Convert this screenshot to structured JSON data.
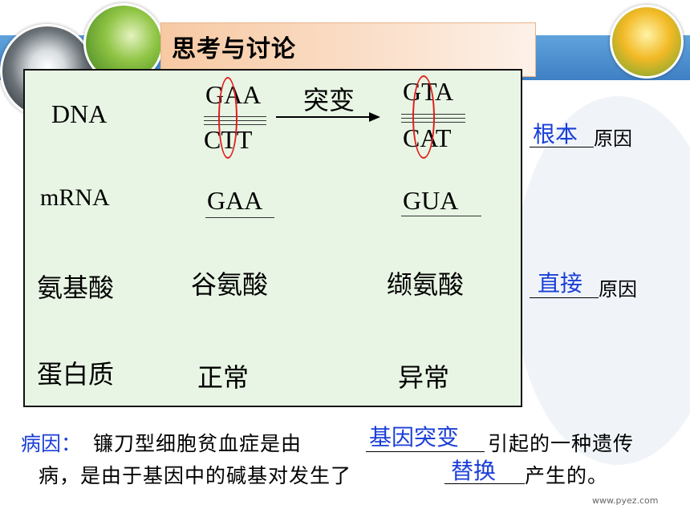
{
  "title": "思考与讨论",
  "rows": {
    "dna_label": "DNA",
    "mrna_label": "mRNA",
    "amino_label": "氨基酸",
    "protein_label": "蛋白质"
  },
  "normal": {
    "dna_top": "GAA",
    "dna_bottom": "CTT",
    "mrna": "GAA",
    "amino": "谷氨酸",
    "protein": "正常"
  },
  "mutant": {
    "dna_top": "GTA",
    "dna_bottom": "CAT",
    "mrna": "GUA",
    "amino": "缬氨酸",
    "protein": "异常"
  },
  "arrow_label": "突变",
  "side": {
    "answer1": "根本",
    "suffix1": "原因",
    "answer2": "直接",
    "suffix2": "原因"
  },
  "cause": {
    "label": "病因：",
    "line1_a": "镰刀型细胞贫血症是由",
    "blank1": "基因突变",
    "line1_b": "引起的一种遗传",
    "line2_a": "病，是由于基因中的碱基对发生了",
    "blank2": "替换",
    "line2_b": "产生的。"
  },
  "footer": "www.pyez.com",
  "colors": {
    "answer": "#1a3fd6",
    "oval": "#e21d1d",
    "box_bg": "#e8f5e4",
    "band": "#4a8ccf"
  }
}
